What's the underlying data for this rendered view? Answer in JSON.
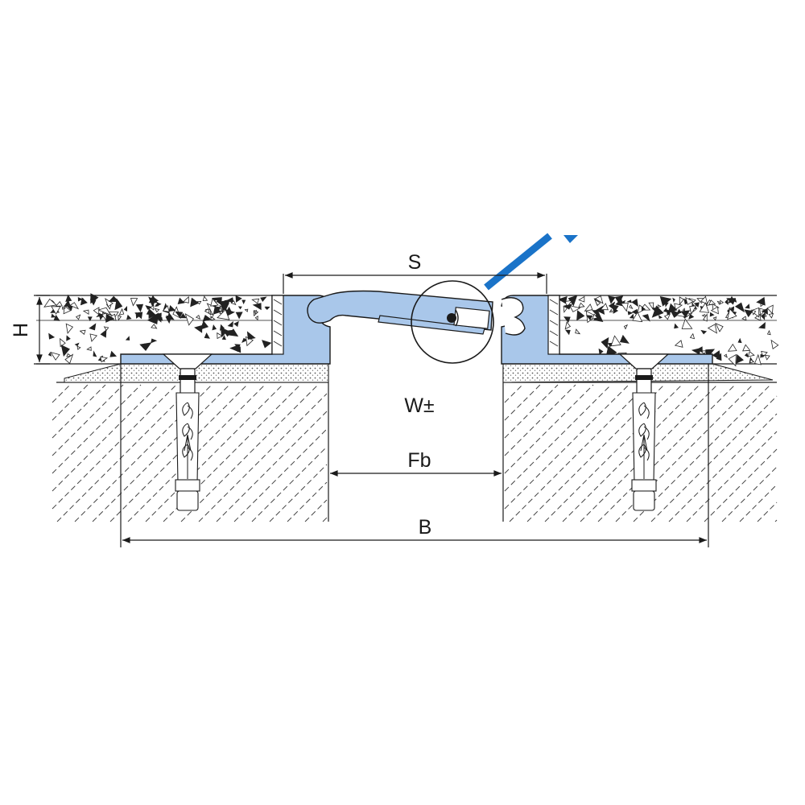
{
  "labels": {
    "s": "S",
    "h": "H",
    "w": "W±",
    "fb": "Fb",
    "b": "B"
  },
  "colors": {
    "profile_fill": "#a9c7ea",
    "profile_stroke": "#1a1a1a",
    "insert_blue": "#1a73c8",
    "line": "#1a1a1a",
    "screed_fill": "#ffffff"
  }
}
